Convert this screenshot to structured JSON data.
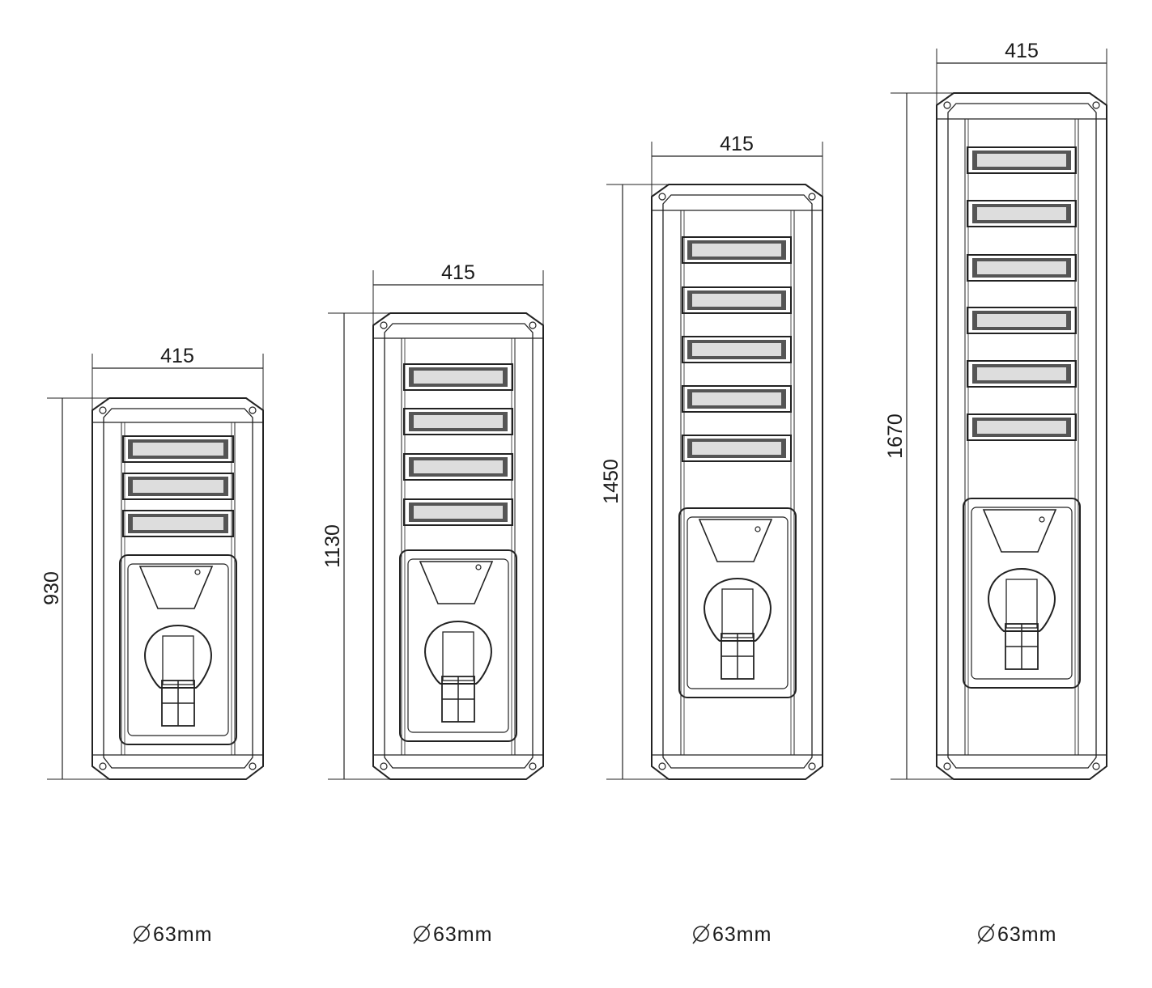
{
  "colors": {
    "stroke": "#222222",
    "background": "#ffffff"
  },
  "lamps": [
    {
      "id": "lamp-930",
      "modules": 3,
      "width_label": "415",
      "height_label": "930",
      "diameter_label": "63mm"
    },
    {
      "id": "lamp-1130",
      "modules": 4,
      "width_label": "415",
      "height_label": "1130",
      "diameter_label": "63mm"
    },
    {
      "id": "lamp-1450",
      "modules": 5,
      "width_label": "415",
      "height_label": "1450",
      "diameter_label": "63mm"
    },
    {
      "id": "lamp-1670",
      "modules": 6,
      "width_label": "415",
      "height_label": "1670",
      "diameter_label": "63mm"
    }
  ],
  "icons": {
    "diameter": "diameter-symbol-icon"
  }
}
